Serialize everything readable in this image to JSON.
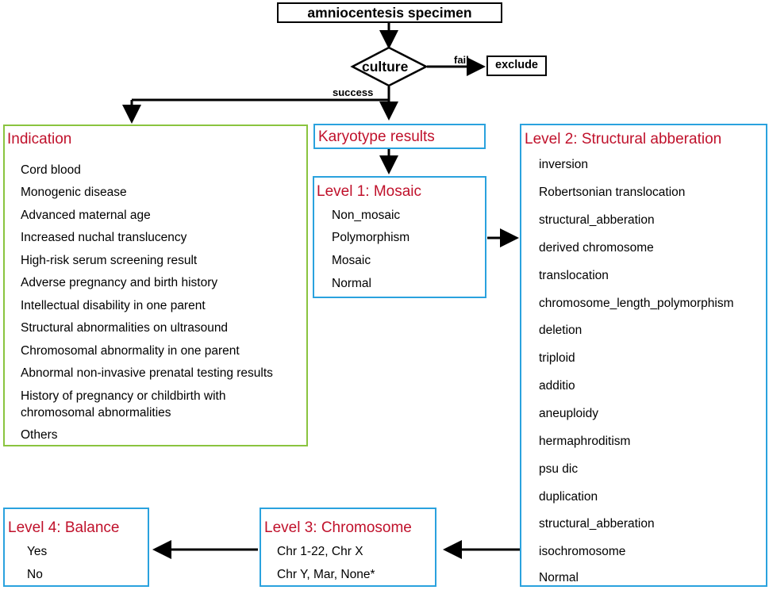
{
  "top": {
    "specimen": "amniocentesis specimen",
    "culture": "culture",
    "fail": "fail",
    "exclude": "exclude",
    "success": "success"
  },
  "indication": {
    "title": "Indication",
    "items": [
      "Cord blood",
      "Monogenic disease",
      "Advanced maternal age",
      "Increased nuchal translucency",
      "High-risk serum screening result",
      "Adverse pregnancy and birth history",
      "Intellectual disability in one parent",
      "Structural abnormalities on ultrasound",
      "Chromosomal abnormality in one parent",
      "Abnormal non-invasive prenatal testing results",
      "History of pregnancy or childbirth with",
      "chromosomal abnormalities",
      "Others"
    ]
  },
  "karyotype": {
    "title": "Karyotype results"
  },
  "level1": {
    "title": "Level 1: Mosaic",
    "items": [
      "Non_mosaic",
      "Polymorphism",
      "Mosaic",
      "Normal"
    ]
  },
  "level2": {
    "title": "Level 2: Structural abberation",
    "items": [
      "inversion",
      "Robertsonian translocation",
      "structural_abberation",
      "derived chromosome",
      "translocation",
      "chromosome_length_polymorphism",
      "deletion",
      "triploid",
      "additio",
      "aneuploidy",
      "hermaphroditism",
      "psu dic",
      "duplication",
      "structural_abberation",
      "isochromosome",
      "Normal"
    ]
  },
  "level3": {
    "title": "Level 3: Chromosome",
    "items": [
      "Chr 1-22, Chr X",
      "Chr Y, Mar, None*"
    ]
  },
  "level4": {
    "title": "Level 4: Balance",
    "items": [
      "Yes",
      "No"
    ]
  },
  "colors": {
    "title_red": "#c0112b",
    "green_border": "#8ac43f",
    "blue_border": "#2aa2de",
    "line": "#000000"
  }
}
